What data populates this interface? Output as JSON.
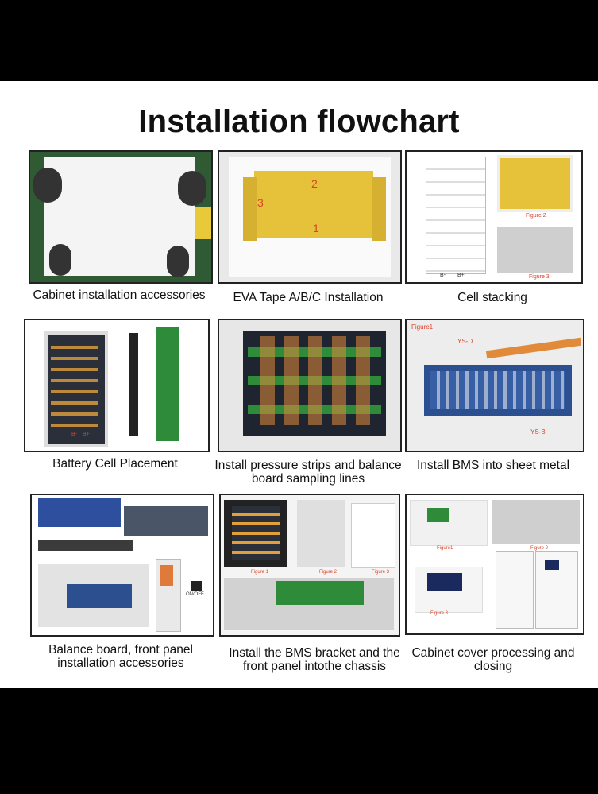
{
  "title": "Installation flowchart",
  "steps": [
    {
      "caption": "Cabinet installation accessories"
    },
    {
      "caption": "EVA Tape A/B/C Installation",
      "labels": [
        "1",
        "2",
        "3"
      ]
    },
    {
      "caption": "Cell stacking",
      "labels": [
        "Figure 2",
        "Figure 3",
        "B-",
        "B+"
      ]
    },
    {
      "caption": "Battery Cell Placement",
      "labels": [
        "B-",
        "B+"
      ]
    },
    {
      "caption": "Install pressure strips and balance board sampling lines"
    },
    {
      "caption": "Install BMS into sheet metal",
      "labels": [
        "Figure1",
        "YS-D",
        "YS-B"
      ]
    },
    {
      "caption": "Balance board, front panel installation accessories",
      "labels": [
        "ON/OFF"
      ]
    },
    {
      "caption": "Install the BMS bracket and the front panel intothe chassis",
      "labels": [
        "Figure 1",
        "Figure 2",
        "Figure 3"
      ]
    },
    {
      "caption": "Cabinet cover processing and closing",
      "labels": [
        "Figure1",
        "Figure 2",
        "Figure 3"
      ]
    }
  ],
  "colors": {
    "background": "#000000",
    "sheet": "#ffffff",
    "eva_tape": "#e6c23a",
    "pcb": "#2e8b3a",
    "copper": "#e08a3a"
  }
}
